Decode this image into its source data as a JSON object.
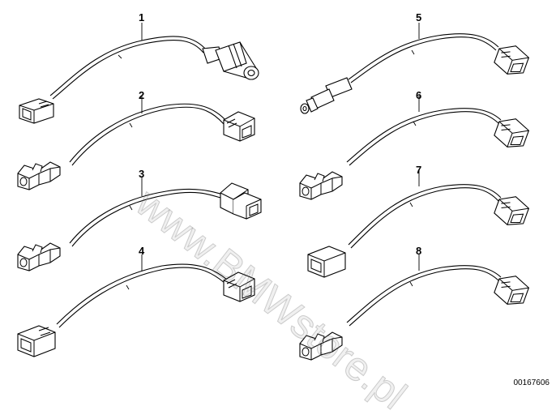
{
  "labels": {
    "p1": "1",
    "p2": "2",
    "p3": "3",
    "p4": "4",
    "p5": "5",
    "p6": "6",
    "p7": "7",
    "p8": "8"
  },
  "watermark": "www.BMWstore.pl",
  "diagram_id": "00167606",
  "colors": {
    "line": "#000000",
    "background": "#ffffff"
  }
}
